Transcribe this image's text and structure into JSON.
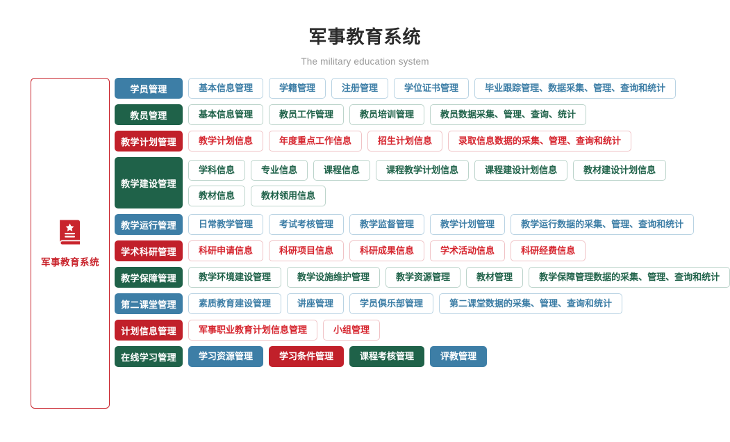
{
  "header": {
    "title": "军事教育系统",
    "subtitle": "The military education system"
  },
  "root": {
    "label": "军事教育系统",
    "icon": "book-star-icon",
    "accent_color": "#c9252d"
  },
  "colors": {
    "blue": "#3d7ea6",
    "green": "#1f6249",
    "red": "#c1202a",
    "red_text": "#d6262f"
  },
  "rows": [
    {
      "category": "学员管理",
      "color": "blue",
      "lines": [
        [
          "基本信息管理",
          "学籍管理",
          "注册管理",
          "学位证书管理",
          "毕业跟踪管理、数据采集、管理、查询和统计"
        ]
      ]
    },
    {
      "category": "教员管理",
      "color": "green",
      "lines": [
        [
          "基本信息管理",
          "教员工作管理",
          "教员培训管理",
          "教员数据采集、管理、查询、统计"
        ]
      ]
    },
    {
      "category": "教学计划管理",
      "color": "red",
      "lines": [
        [
          "教学计划信息",
          "年度重点工作信息",
          "招生计划信息",
          "录取信息数据的采集、管理、查询和统计"
        ]
      ]
    },
    {
      "category": "教学建设管理",
      "color": "green",
      "tall": true,
      "lines": [
        [
          "学科信息",
          "专业信息",
          "课程信息",
          "课程教学计划信息",
          "课程建设计划信息",
          "教材建设计划信息"
        ],
        [
          "教材信息",
          "教材领用信息"
        ]
      ]
    },
    {
      "category": "教学运行管理",
      "color": "blue",
      "lines": [
        [
          "日常教学管理",
          "考试考核管理",
          "教学监督管理",
          "教学计划管理",
          "教学运行数据的采集、管理、查询和统计"
        ]
      ]
    },
    {
      "category": "学术科研管理",
      "color": "red",
      "lines": [
        [
          "科研申请信息",
          "科研项目信息",
          "科研成果信息",
          "学术活动信息",
          "科研经费信息"
        ]
      ]
    },
    {
      "category": "教学保障管理",
      "color": "green",
      "lines": [
        [
          "教学环境建设管理",
          "教学设施维护管理",
          "教学资源管理",
          "教材管理",
          "教学保障管理数据的采集、管理、查询和统计"
        ]
      ]
    },
    {
      "category": "第二课堂管理",
      "color": "blue",
      "lines": [
        [
          "素质教育建设管理",
          "讲座管理",
          "学员俱乐部管理",
          "第二课堂数据的采集、管理、查询和统计"
        ]
      ]
    },
    {
      "category": "计划信息管理",
      "color": "red",
      "lines": [
        [
          "军事职业教育计划信息管理",
          "小组管理"
        ]
      ]
    },
    {
      "category": "在线学习管理",
      "color": "green",
      "solid_leaves": true,
      "leaf_colors": [
        "blue",
        "red",
        "green",
        "blue"
      ],
      "lines": [
        [
          "学习资源管理",
          "学习条件管理",
          "课程考核管理",
          "评教管理"
        ]
      ]
    }
  ]
}
